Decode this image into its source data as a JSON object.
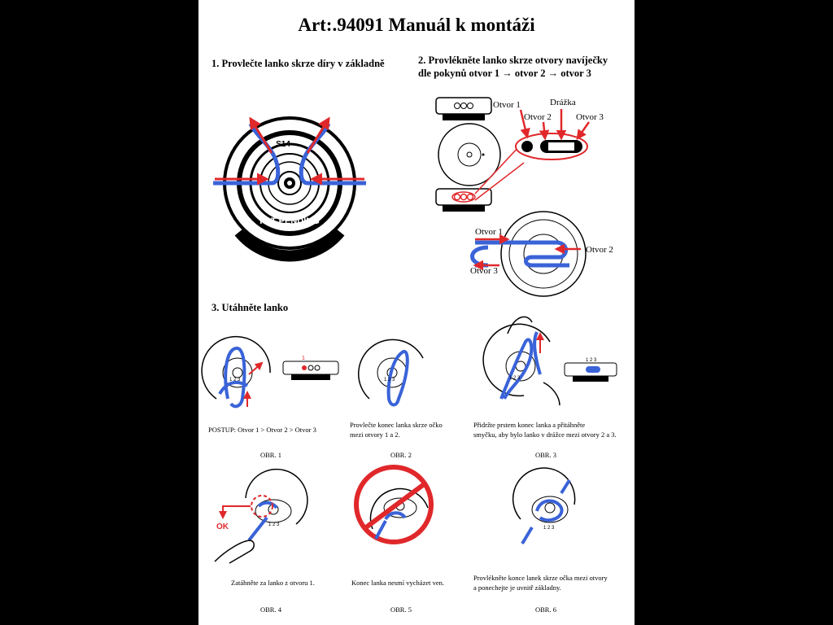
{
  "title": "Art:.94091 Manuál k montáži",
  "step1": {
    "heading": "1. Provlečte lanko skrze díry v základně",
    "spool_text": "PAT PENDING",
    "spool_mark": "S14"
  },
  "step2": {
    "heading_line1": "2. Provlékněte lanko skrze otvory navíječky",
    "heading_line2": "dle pokynů otvor 1 → otvor 2 → otvor 3",
    "label_otvor1": "Otvor 1",
    "label_otvor2": "Otvor 2",
    "label_otvor3": "Otvor 3",
    "label_drazka": "Drážka"
  },
  "step3": {
    "heading": "3. Utáhněte lanko"
  },
  "figures": [
    {
      "caption": "POSTUP: Otvor 1 > Otvor 2 > Otvor 3",
      "label": "OBR. 1"
    },
    {
      "caption_line1": "Provlečte konec lanka skrze očko",
      "caption_line2": "mezi otvory 1 a 2.",
      "label": "OBR. 2"
    },
    {
      "caption_line1": "Přidržte prstem konec lanka a přitáhněte",
      "caption_line2": "smyčku, aby bylo lanko v drážce mezi otvory 2 a 3.",
      "label": "OBR. 3"
    },
    {
      "caption": "Zatáhněte za lanko z otvoru 1.",
      "label": "OBR. 4",
      "ok_label": "OK"
    },
    {
      "caption": "Konec lanka nesmí vycházet ven.",
      "label": "OBR. 5"
    },
    {
      "caption_line1": "Provlékněte konce lanek skrze očka mezi otvory",
      "caption_line2": "a ponechejte je uvnitř základny.",
      "label": "OBR. 6"
    }
  ],
  "hole_numbers": [
    "1",
    "2",
    "3"
  ],
  "colors": {
    "blue": "#3a63d8",
    "red": "#e0282b",
    "background": "#000000",
    "paper": "#ffffff"
  }
}
